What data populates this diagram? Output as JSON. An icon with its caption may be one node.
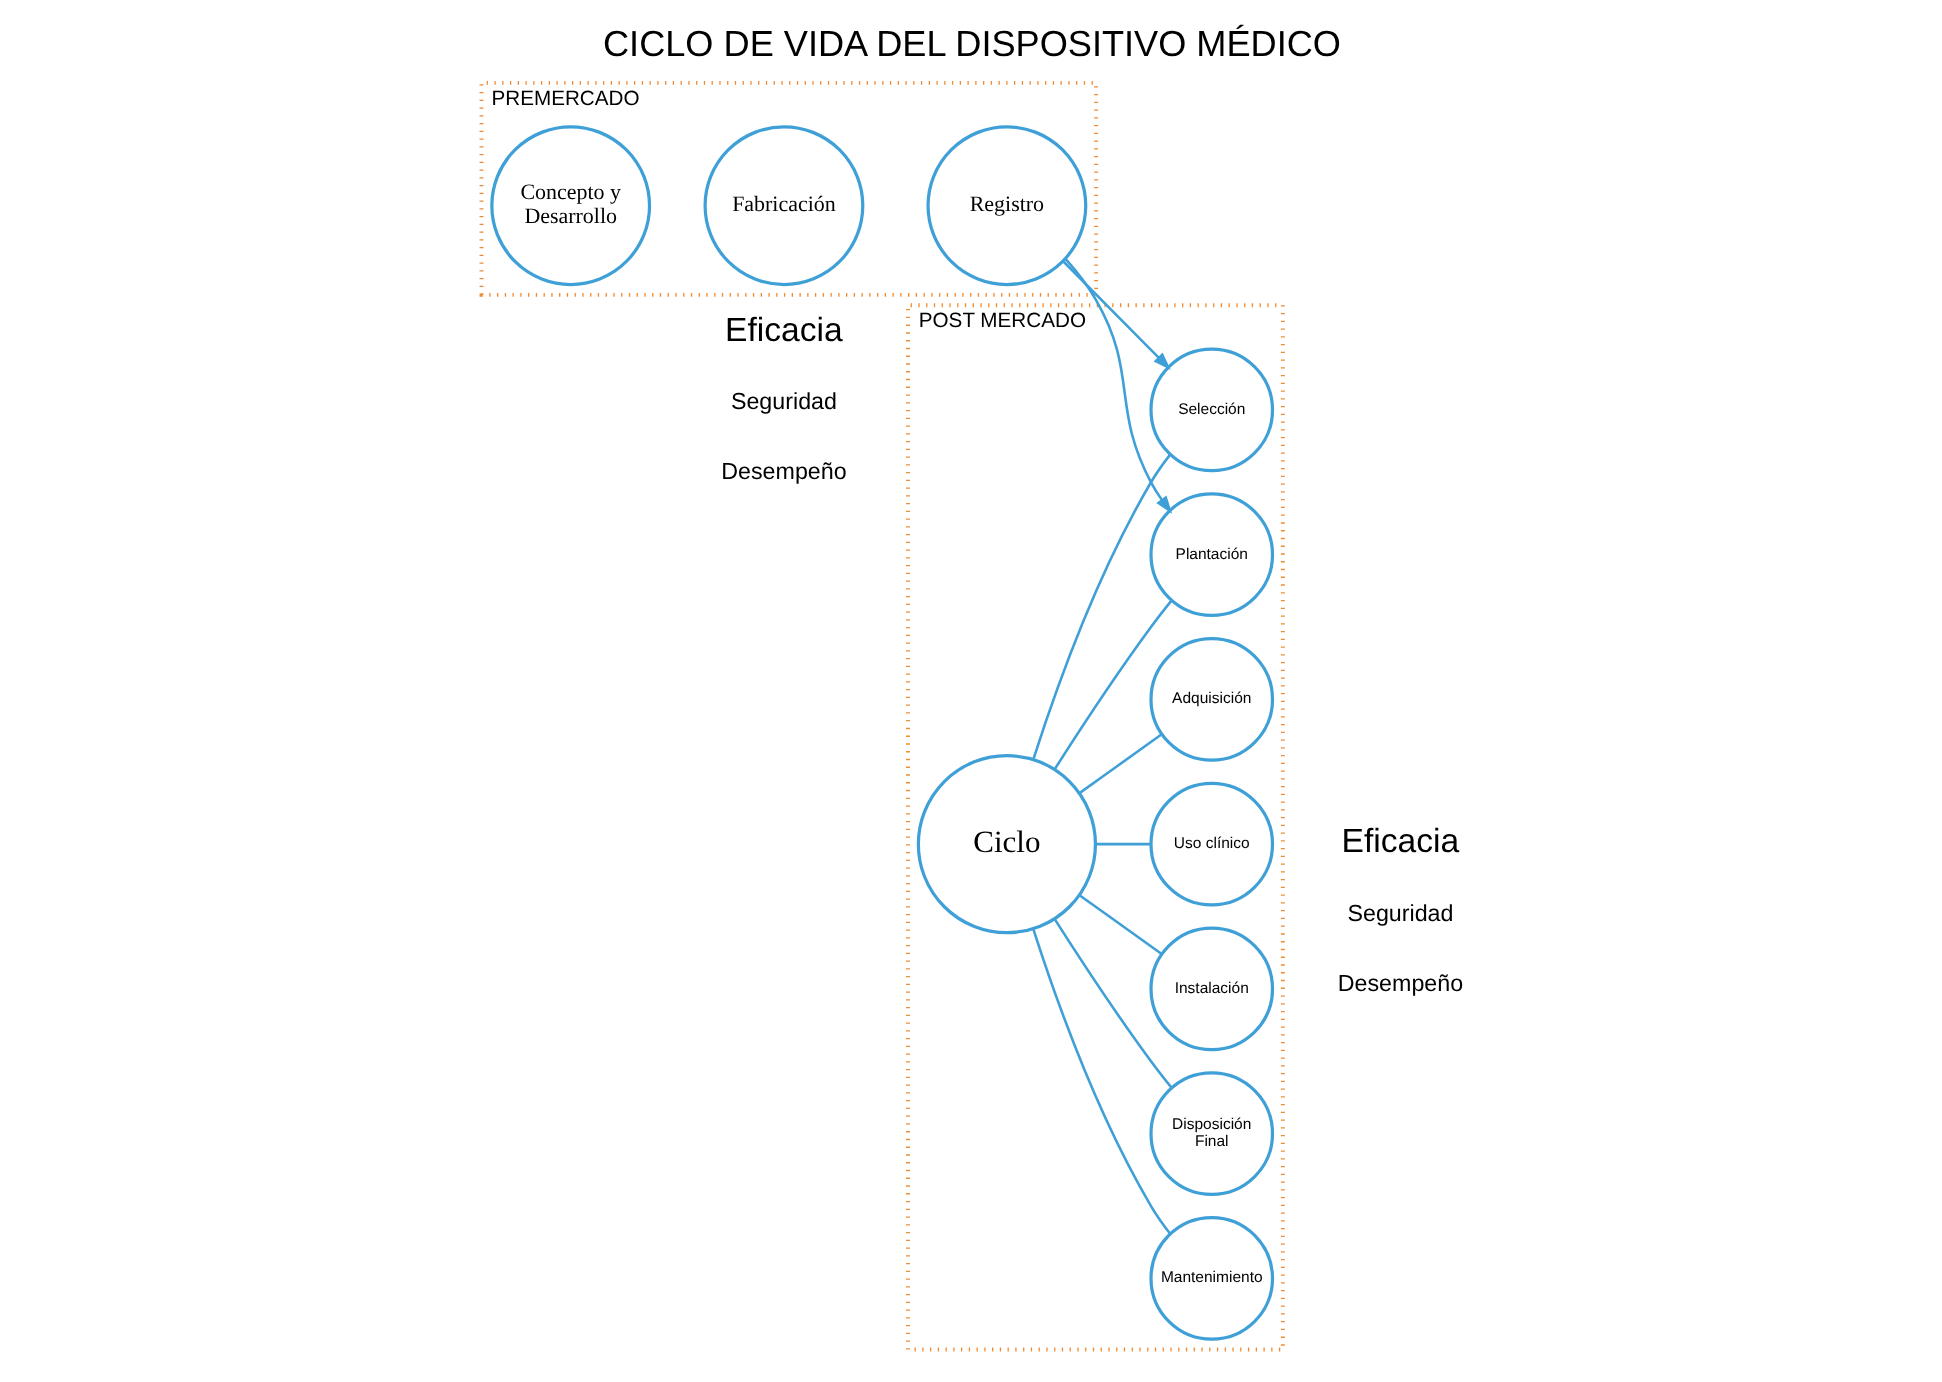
{
  "diagram": {
    "title": "CICLO DE VIDA DEL DISPOSITIVO MÉDICO",
    "nodes": [
      {
        "text": [
          "PREMERCADO"
        ]
      },
      {
        "text": [
          "Concepto y Desarrollo"
        ],
        "in": 0
      },
      {
        "text": [
          "Fabricación"
        ],
        "in": 0
      },
      {
        "text": [
          "Registro"
        ],
        "in": 0
      },
      {
        "text": [
          "POST MERCADO"
        ]
      },
      {
        "text": [
          "Ciclo"
        ],
        "in": 4
      },
      {
        "text": [
          "Adquisición"
        ],
        "in": 4
      },
      {
        "text": [
          "Selección"
        ],
        "in": 4
      },
      {
        "text": [
          "Instalación"
        ],
        "in": 4
      },
      {
        "text": [
          "Uso clínico"
        ],
        "in": 4
      },
      {
        "text": [
          "Plantación"
        ],
        "in": 4
      },
      {
        "text": [
          "Mantenimiento"
        ],
        "in": 4
      },
      {
        "text": [
          "Disposición Final"
        ],
        "in": 4
      }
    ],
    "edges": [
      {
        "from": 3,
        "to": 7,
        "arrow": "to"
      },
      {
        "from": 3,
        "to": 10,
        "arrow": "to"
      },
      {
        "from": 5,
        "to": 6,
        "arrow": "none"
      },
      {
        "from": 5,
        "to": 7,
        "arrow": "none"
      },
      {
        "from": 5,
        "to": 8,
        "arrow": "none"
      },
      {
        "from": 5,
        "to": 9,
        "arrow": "none"
      },
      {
        "from": 5,
        "to": 10,
        "arrow": "none"
      },
      {
        "from": 5,
        "to": 11,
        "arrow": "none"
      },
      {
        "from": 5,
        "to": 12,
        "arrow": "none"
      }
    ],
    "labels": [
      "Eficacia",
      "Seguridad",
      "Desempeño",
      "Eficacia",
      "Seguridad",
      "Desempeño"
    ]
  }
}
